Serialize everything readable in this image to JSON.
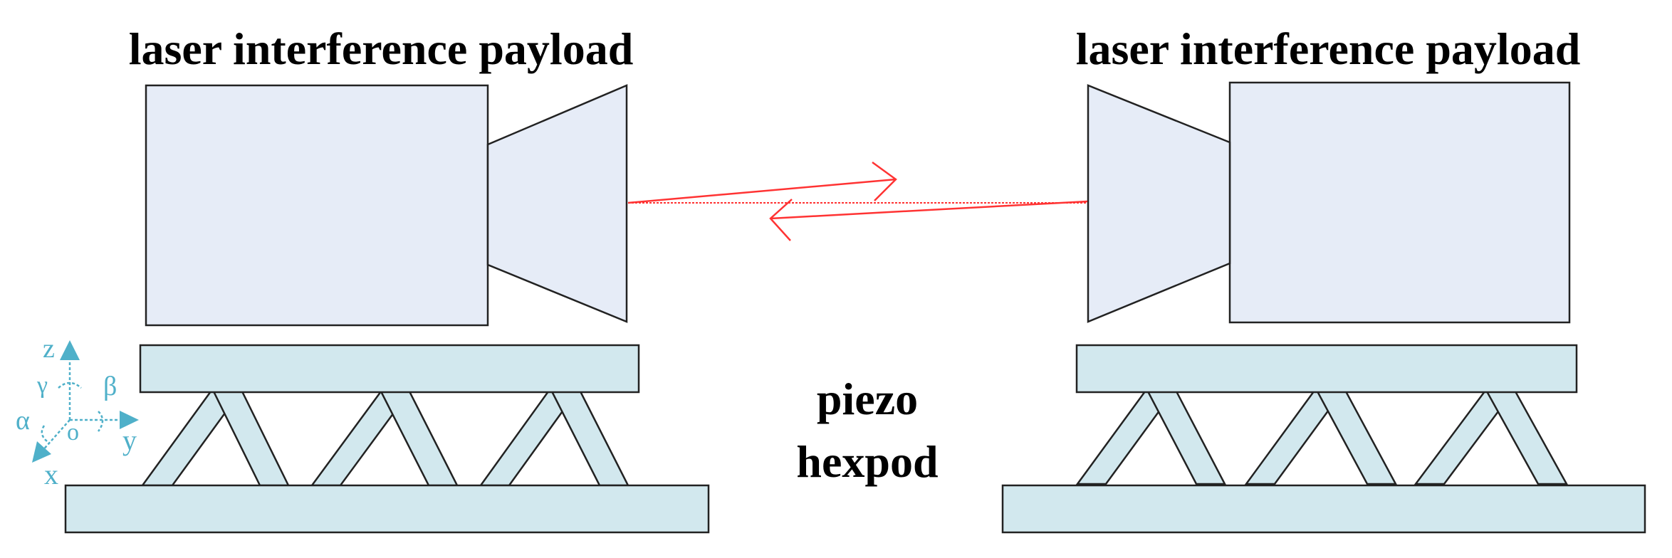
{
  "labels": {
    "payload_left": "laser interference payload",
    "payload_right": "laser interference payload",
    "hexpod_line1": "piezo",
    "hexpod_line2": "hexpod"
  },
  "axes": {
    "z": "z",
    "gamma": "γ",
    "beta": "β",
    "alpha": "α",
    "o": "o",
    "y": "y",
    "x": "x"
  },
  "colors": {
    "payload_fill": "#e6ecf7",
    "hexpod_fill": "#d2e8ee",
    "outline": "#222222",
    "laser": "#ff3333",
    "axis": "#4fb0c9"
  }
}
